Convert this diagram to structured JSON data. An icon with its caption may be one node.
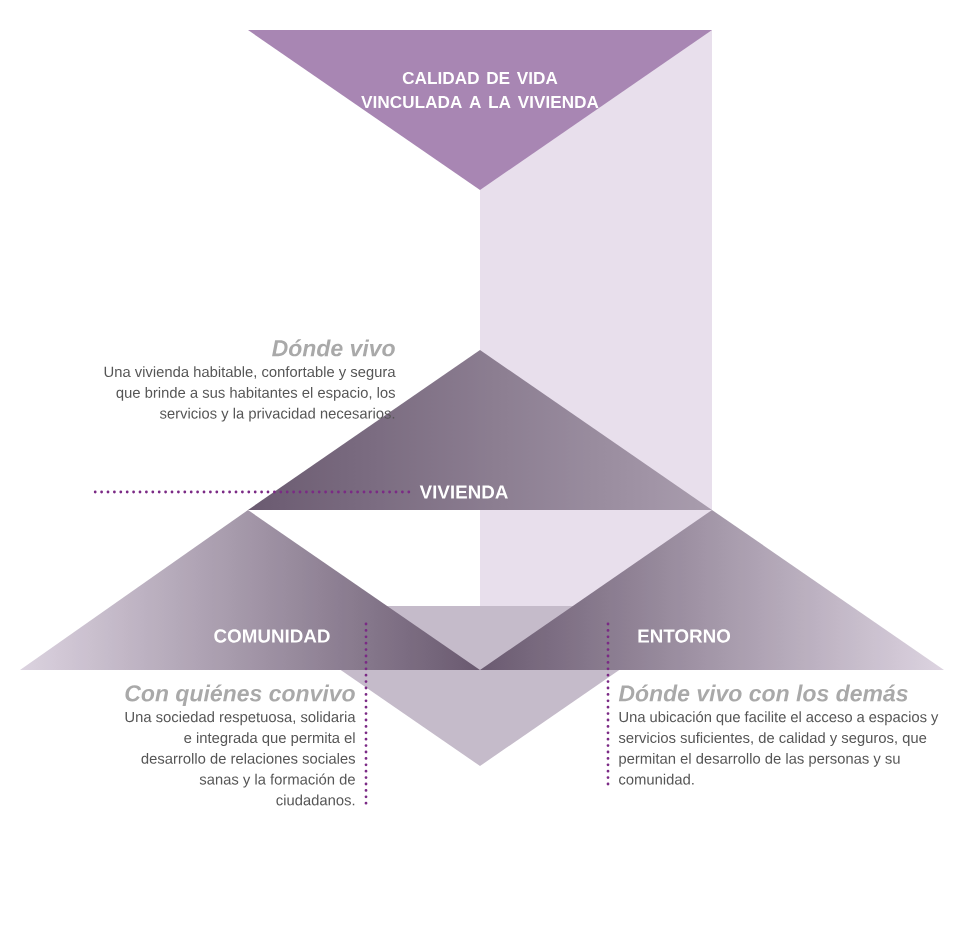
{
  "diagram": {
    "nodes": [
      {
        "text": [
          "CALIDAD DE VIDA VINCULADA A LA VIVIENDA"
        ]
      },
      {
        "text": [
          "VIVIENDA"
        ]
      },
      {
        "text": [
          "COMUNIDAD"
        ]
      },
      {
        "text": [
          "ENTORNO"
        ]
      },
      {
        "text": [
          "Dónde vivo",
          "Una vivienda habitable, confortable y segura que brinde a sus habitantes el espacio, los servicios y la privacidad necesarios."
        ]
      },
      {
        "text": [
          "Con quiénes convivo",
          "Una sociedad respetuosa, solidaria e integrada que permita el desarrollo de relaciones sociales sanas y la formación de ciudadanos."
        ]
      },
      {
        "text": [
          "Dónde vivo con los demás",
          "Una ubicación que facilite el acceso a espacios y servicios suficientes, de calidad y seguros, que permitan el desarrollo de las personas y su comunidad."
        ]
      }
    ],
    "edges": [
      {
        "from": 4,
        "to": 1,
        "arrow": "none",
        "style": "dashed"
      },
      {
        "from": 2,
        "to": 5,
        "arrow": "none",
        "style": "dashed"
      },
      {
        "from": 3,
        "to": 6,
        "arrow": "none",
        "style": "dashed"
      }
    ]
  }
}
